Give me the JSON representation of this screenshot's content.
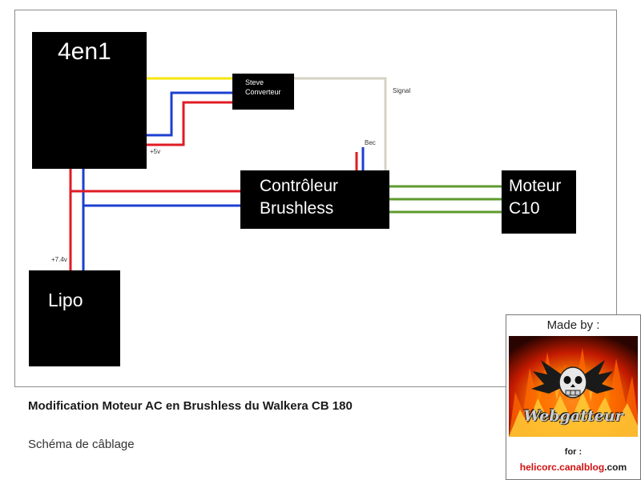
{
  "diagram": {
    "blocks": {
      "four_in_one": "4en1",
      "converter_line1": "Steve",
      "converter_line2": "Converteur",
      "controller_line1": "Contrôleur",
      "controller_line2": "Brushless",
      "motor_line1": "Moteur",
      "motor_line2": "C10",
      "battery": "Lipo"
    },
    "wire_labels": {
      "signal": "Signal",
      "bec": "Bec",
      "plus_5v": "+5v",
      "plus_7_4v": "+7.4v"
    },
    "wire_colors": {
      "signal": "#f5e60a",
      "positive": "#e01b24",
      "negative": "#1c3fd1",
      "servo_signal": "#d6d2c4",
      "motor_phase": "#5e9a2e"
    }
  },
  "caption": {
    "title": "Modification Moteur AC en Brushless du Walkera CB 180",
    "subtitle": "Schéma de câblage"
  },
  "badge": {
    "made_by": "Made by :",
    "logo_text": "Webgatteur",
    "for_label": "for :",
    "url_main": "helicorc.canalblog",
    "url_tld": ".com"
  }
}
